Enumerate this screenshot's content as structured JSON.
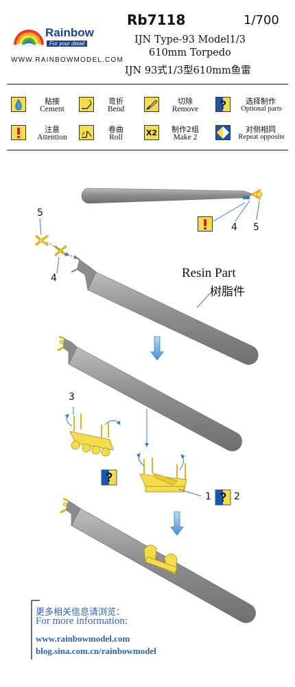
{
  "brand": {
    "name": "Rainbow",
    "slogan": "For your detail",
    "website": "WWW.RAINBOWMODEL.COM"
  },
  "product": {
    "code": "Rb7118",
    "scale": "1/700",
    "title_line1": "IJN Type-93 Model1/3",
    "title_line2": "610mm Torpedo",
    "title_line3": "IJN 93式1/3型610mm鱼雷"
  },
  "legend": [
    {
      "icon": "cement-drop-icon",
      "cn": "粘接",
      "en": "Cement"
    },
    {
      "icon": "bend-icon",
      "cn": "弯折",
      "en": "Bend"
    },
    {
      "icon": "knife-icon",
      "cn": "切除",
      "en": "Remove"
    },
    {
      "icon": "question-icon",
      "cn": "选择制作",
      "en": "Optional parts"
    },
    {
      "icon": "exclamation-icon",
      "cn": "注意",
      "en": "Attention"
    },
    {
      "icon": "roll-icon",
      "cn": "卷曲",
      "en": "Roll"
    },
    {
      "icon": "x2-icon",
      "icon_text": "X2",
      "cn": "制作2组",
      "en": "Make 2"
    },
    {
      "icon": "repeat-opposite-icon",
      "cn": "对侧相同",
      "en": "Repeat opposite"
    }
  ],
  "steps": {
    "step1_labels": [
      "4",
      "5"
    ],
    "step2_labels": [
      "5",
      "4"
    ],
    "resin_part_en": "Resin Part",
    "resin_part_cn": "树脂件",
    "step3_label": "3",
    "step4_labels": [
      "1",
      "2"
    ]
  },
  "info": {
    "cn": "更多相关信息请浏览：",
    "en": "For more information:",
    "url1": "www.rainbowmodel.com",
    "url2": "blog.sina.com.cn/rainbowmodel"
  },
  "colors": {
    "brand_blue": "#1b3f8a",
    "etch_yellow": "#f3dc4e",
    "arrow_blue": "#6aa5dc",
    "resin_grey": "#8f8f8f",
    "info_blue": "#2f63b0"
  }
}
